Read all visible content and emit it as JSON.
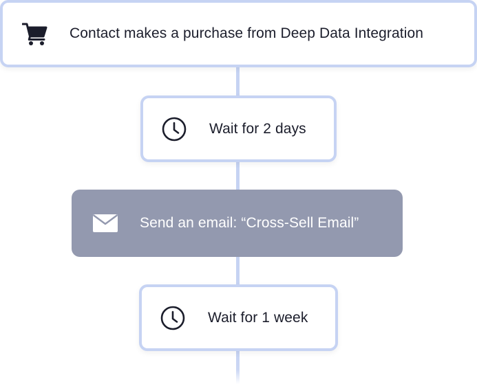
{
  "workflow": {
    "steps": [
      {
        "label": "Contact makes a purchase from Deep Data Integration",
        "icon": "shopping-cart-icon",
        "kind": "trigger"
      },
      {
        "label": "Wait for 2 days",
        "icon": "clock-icon",
        "kind": "delay"
      },
      {
        "label": "Send an email: “Cross-Sell Email”",
        "icon": "envelope-icon",
        "kind": "action"
      },
      {
        "label": "Wait for 1 week",
        "icon": "clock-icon",
        "kind": "delay"
      }
    ]
  },
  "colors": {
    "outline": "#c6d3f3",
    "connector": "#c6d3f3",
    "action_fill": "#9399af",
    "text": "#1b1d2b",
    "action_text": "#ffffff"
  }
}
